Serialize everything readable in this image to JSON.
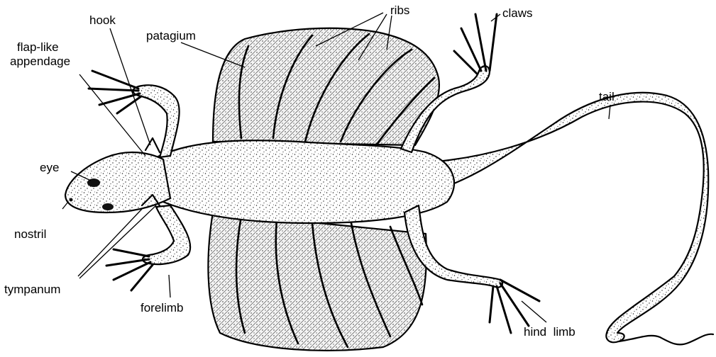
{
  "labels": {
    "hook": "hook",
    "flap_like": "flap-like",
    "appendage": "appendage",
    "patagium": "patagium",
    "ribs": "ribs",
    "claws": "claws",
    "tail": "tail",
    "eye": "eye",
    "nostril": "nostril",
    "tympanum": "tympanum",
    "forelimb": "forelimb",
    "hind_limb": "hind  limb"
  }
}
